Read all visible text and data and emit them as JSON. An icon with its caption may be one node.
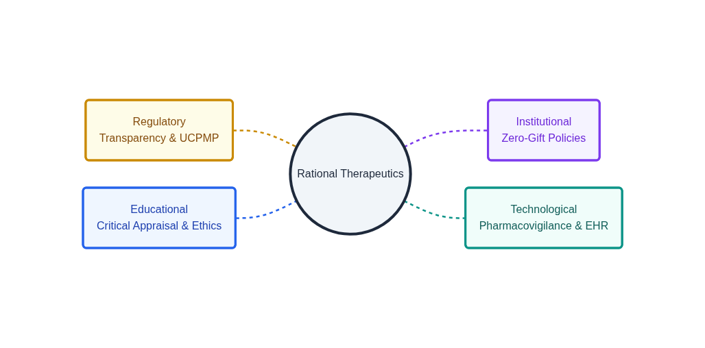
{
  "diagram": {
    "nodes": [
      {
        "text": [
          "Regulatory",
          "Transparency & UCPMP"
        ]
      },
      {
        "text": [
          "Educational",
          "Critical Appraisal & Ethics"
        ]
      },
      {
        "text": [
          "Rational Therapeutics"
        ]
      },
      {
        "text": [
          "Institutional",
          "Zero-Gift Policies"
        ]
      },
      {
        "text": [
          "Technological",
          "Pharmacovigilance & EHR"
        ]
      }
    ],
    "edges": [
      {
        "from": 0,
        "to": 2,
        "arrow": "none",
        "style": "dashed",
        "color": "#ca8a04"
      },
      {
        "from": 1,
        "to": 2,
        "arrow": "none",
        "style": "dashed",
        "color": "#2563eb"
      },
      {
        "from": 2,
        "to": 3,
        "arrow": "none",
        "style": "dashed",
        "color": "#7c3aed"
      },
      {
        "from": 2,
        "to": 4,
        "arrow": "none",
        "style": "dashed",
        "color": "#0d9488"
      }
    ]
  }
}
